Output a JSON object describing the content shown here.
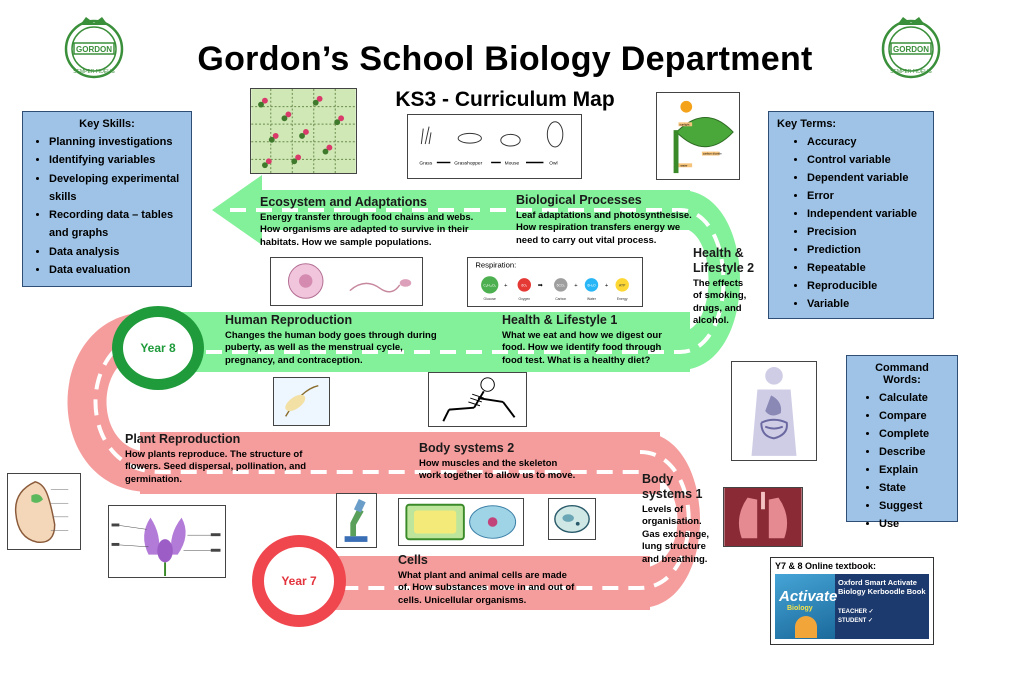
{
  "header": {
    "title": "Gordon’s School Biology Department",
    "subtitle": "KS3 - Curriculum Map"
  },
  "logo": {
    "top_text": "GORDON",
    "bottom_text": "SEMPER FIDELIS"
  },
  "key_skills": {
    "heading": "Key Skills:",
    "items": [
      "Planning investigations",
      "Identifying variables",
      "Developing experimental",
      "skills",
      "Recording data – tables",
      "and graphs",
      "Data analysis",
      "Data evaluation"
    ]
  },
  "key_terms": {
    "heading": "Key Terms:",
    "items": [
      "Accuracy",
      "Control variable",
      "Dependent variable",
      "Error",
      "Independent variable",
      "Precision",
      "Prediction",
      "Repeatable",
      "Reproducible",
      "Variable"
    ]
  },
  "command_words": {
    "heading": "Command Words:",
    "items": [
      "Calculate",
      "Compare",
      "Complete",
      "Describe",
      "Explain",
      "State",
      "Suggest",
      "Use"
    ]
  },
  "textbook": {
    "heading": "Y7 & 8 Online textbook:",
    "cover_title": "Activate",
    "cover_sub": "Biology",
    "info": "Oxford Smart Activate Biology Kerboodle Book",
    "teacher": "TEACHER ✓",
    "student": "STUDENT ✓"
  },
  "years": {
    "y7": "Year 7",
    "y8": "Year 8"
  },
  "topics": {
    "ecosystem": {
      "title": "Ecosystem and Adaptations",
      "l1": "Energy transfer through food chains and webs.",
      "l2": "How organisms are adapted to survive in their",
      "l3": "habitats. How we sample populations."
    },
    "biological": {
      "title": "Biological Processes",
      "l1": "Leaf adaptations and photosynthesise.",
      "l2": "How respiration transfers energy we",
      "l3": "need to carry out vital process."
    },
    "health2": {
      "title1": "Health &",
      "title2": "Lifestyle 2",
      "l1": "The effects",
      "l2": "of smoking,",
      "l3": "drugs, and",
      "l4": "alcohol."
    },
    "human_repro": {
      "title": "Human Reproduction",
      "l1": "Changes the human body goes through during",
      "l2": "puberty, as well as the menstrual cycle,",
      "l3": "pregnancy, and contraception."
    },
    "health1": {
      "title": "Health & Lifestyle 1",
      "l1": "What we eat and how we digest our",
      "l2": "food. How we identify food through",
      "l3": "food test. What is a healthy diet?"
    },
    "plant_repro": {
      "title": "Plant Reproduction",
      "l1": "How plants reproduce. The structure of",
      "l2": "flowers. Seed dispersal, pollination, and",
      "l3": "germination."
    },
    "body2": {
      "title": "Body systems 2",
      "l1": "How muscles and the skeleton",
      "l2": "work together to allow us to move."
    },
    "body1": {
      "title1": "Body",
      "title2": "systems 1",
      "l1": "Levels of",
      "l2": "organisation.",
      "l3": "Gas exchange,",
      "l4": "lung structure",
      "l5": "and breathing."
    },
    "cells": {
      "title": "Cells",
      "l1": "What plant and animal cells are made",
      "l2": "of. How substances move in and out of",
      "l3": "cells. Unicellular organisms."
    }
  },
  "food_chain": {
    "labels": [
      "Grass",
      "Grasshopper",
      "Mouse",
      "Owl"
    ]
  },
  "respiration": {
    "heading": "Respiration:",
    "labels": [
      "Glucose",
      "Oxygen",
      "Carbon",
      "Water",
      "Energy"
    ],
    "symbols": [
      "C₆H₁₂O₆",
      "6O₂",
      "6CO₂",
      "6H₂O",
      "ATP"
    ]
  },
  "leaf_labels": {
    "a": "sunlight",
    "b": "carbon dioxide",
    "c": "water"
  },
  "colors": {
    "green_path": "#83f09a",
    "red_path": "#f59c9c",
    "year8_ring": "#1f9b3b",
    "year7_ring": "#f0474f",
    "blue_box": "#9ec3e6"
  }
}
